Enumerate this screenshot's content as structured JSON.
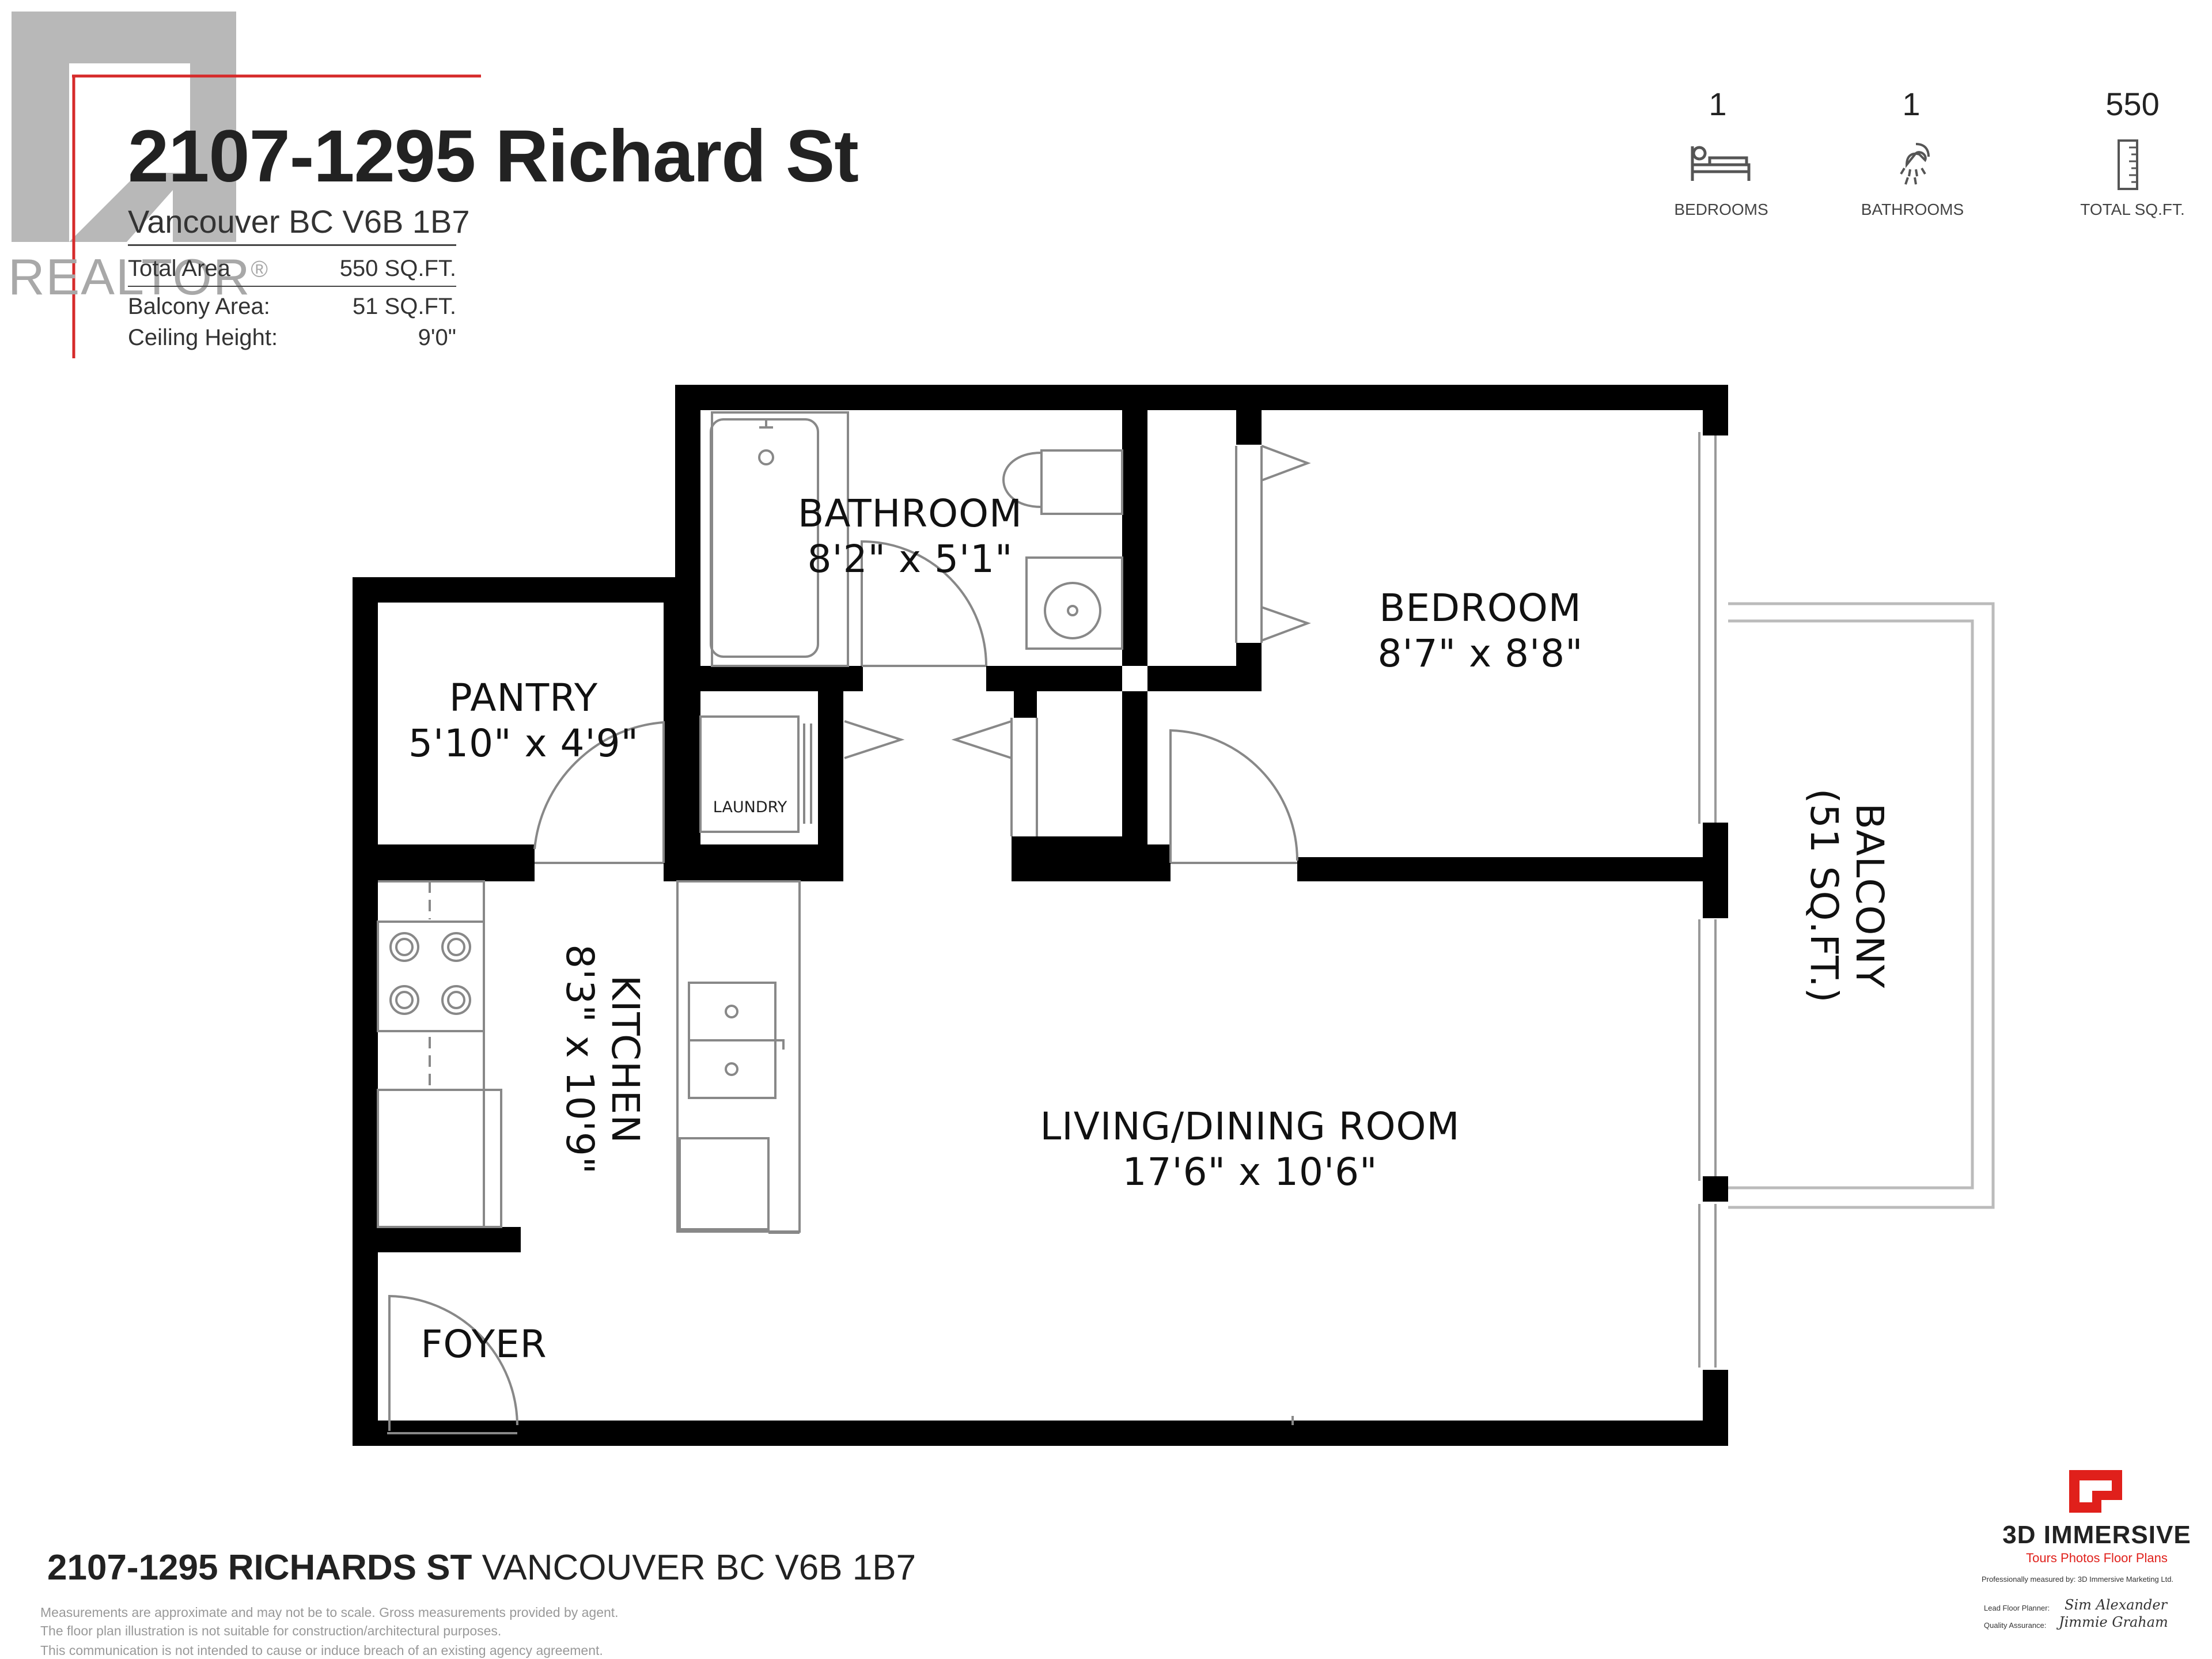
{
  "header": {
    "title": "2107-1295 Richard St",
    "subtitle": "Vancouver BC  V6B 1B7",
    "watermark": "REALTOR",
    "watermark_mark": "®",
    "stats": [
      {
        "label": "Total Area",
        "value": "550 SQ.FT."
      },
      {
        "label": "Balcony Area:",
        "value": "51 SQ.FT."
      },
      {
        "label": "Ceiling Height:",
        "value": "9'0\""
      }
    ]
  },
  "summary": [
    {
      "value": "1",
      "label": "BEDROOMS",
      "icon": "bed-icon"
    },
    {
      "value": "1",
      "label": "BATHROOMS",
      "icon": "shower-icon"
    },
    {
      "value": "550",
      "label": "TOTAL SQ.FT.",
      "icon": "ruler-icon"
    }
  ],
  "rooms": {
    "bathroom": {
      "name": "BATHROOM",
      "dims": "8'2\" x 5'1\""
    },
    "bedroom": {
      "name": "BEDROOM",
      "dims": "8'7\" x 8'8\""
    },
    "pantry": {
      "name": "PANTRY",
      "dims": "5'10\" x 4'9\""
    },
    "laundry": {
      "name": "LAUNDRY"
    },
    "kitchen": {
      "name": "KITCHEN",
      "dims": "8'3\" x 10'9\""
    },
    "living": {
      "name": "LIVING/DINING ROOM",
      "dims": "17'6\" x 10'6\""
    },
    "foyer": {
      "name": "FOYER"
    },
    "balcony": {
      "name": "BALCONY",
      "dims": "(51 SQ.FT.)"
    }
  },
  "footer": {
    "address_bold": "2107-1295 RICHARDS ST",
    "address_rest": " VANCOUVER BC V6B 1B7",
    "disclaimers": [
      "Measurements are approximate and may not be to scale. Gross measurements provided by agent.",
      "The floor plan illustration is not suitable for construction/architectural purposes.",
      "This communication is not intended to cause or induce breach of an existing agency agreement."
    ]
  },
  "brand": {
    "name": "3D IMMERSIVE",
    "tagline": "Tours  Photos  Floor Plans",
    "measured_by": "Professionally measured by: 3D Immersive Marketing Ltd.",
    "planner_label": "Lead Floor Planner:",
    "planner_signature": "Sim Alexander",
    "qa_label": "Quality Assurance:",
    "qa_signature": "Jimmie Graham",
    "accent": "#e0201b"
  },
  "colors": {
    "wall": "#000000",
    "fixture": "#888888",
    "watermark": "#b0b0b0",
    "accent": "#d62a2a"
  }
}
